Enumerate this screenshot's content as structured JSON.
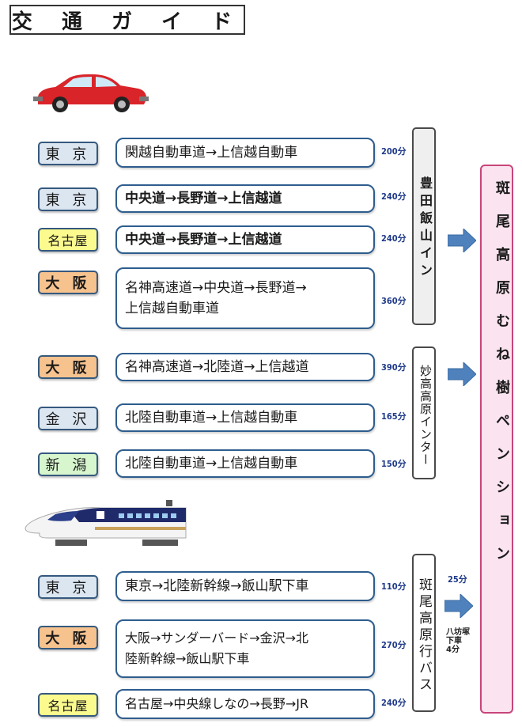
{
  "title": "交 通 ガ イ ド",
  "car_routes": [
    {
      "origin": "東 京",
      "route": "関越自動車道→上信越自動車",
      "time": "200分"
    },
    {
      "origin": "東 京",
      "route": "中央道→長野道→上信越道",
      "time": "240分"
    },
    {
      "origin": "名古屋",
      "route": "中央道→長野道→上信越道",
      "time": "240分"
    },
    {
      "origin": "大 阪",
      "route_line1": "名神高速道→中央道→長野道→",
      "route_line2": "上信越自動車道",
      "time": "360分"
    },
    {
      "origin": "大 阪",
      "route": "名神高速道→北陸道→上信越道",
      "time": "390分"
    },
    {
      "origin": "金 沢",
      "route": "北陸自動車道→上信越自動車",
      "time": "165分"
    },
    {
      "origin": "新 潟",
      "route": "北陸自動車道→上信越自動車",
      "time": "150分"
    }
  ],
  "train_routes": [
    {
      "origin": "東 京",
      "route": "東京→北陸新幹線→飯山駅下車",
      "time": "110分"
    },
    {
      "origin": "大 阪",
      "route_line1": "大阪→サンダーバード→金沢→北",
      "route_line2": "陸新幹線→飯山駅下車",
      "time": "270分"
    },
    {
      "origin": "名古屋",
      "route": "名古屋→中央線しなの→長野→JR",
      "time": "240分"
    }
  ],
  "interchange_1": "豊田飯山イン",
  "interchange_2": "妙高高原インター",
  "bus": "斑尾高原行バス",
  "bus_time": "25分",
  "bus_note_1": "八坊塚",
  "bus_note_2": "下車",
  "bus_note_3": "4分",
  "destination": "斑尾高原むね樹ペンション",
  "colors": {
    "box_border": "#2e5d8e",
    "destination_bg": "#fbe3ef",
    "destination_border": "#c8457a",
    "arrow": "#4f81bd"
  },
  "icons": [
    "car-icon",
    "shinkansen-icon",
    "right-arrow-icon"
  ]
}
